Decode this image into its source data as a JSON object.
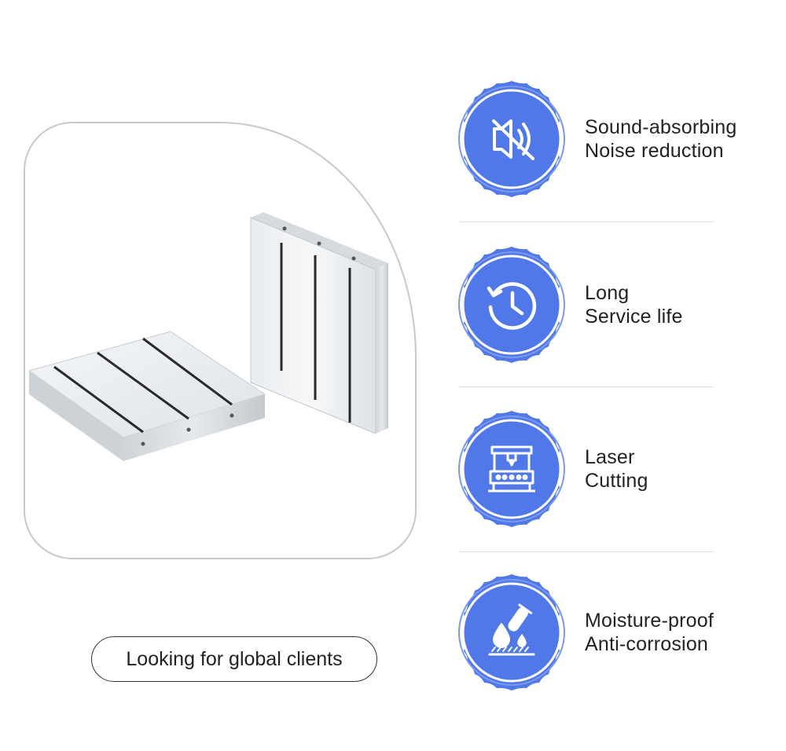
{
  "cta": {
    "label": "Looking for global clients"
  },
  "features": [
    {
      "icon": "mute-speaker-icon",
      "line1": "Sound-absorbing",
      "line2": "Noise reduction"
    },
    {
      "icon": "clock-history-icon",
      "line1": "Long",
      "line2": "Service life"
    },
    {
      "icon": "laser-cutter-icon",
      "line1": "Laser",
      "line2": "Cutting"
    },
    {
      "icon": "moisture-drop-icon",
      "line1": "Moisture-proof",
      "line2": "Anti-corrosion"
    }
  ],
  "colors": {
    "badge_fill": "#5078e8",
    "badge_light": "#7a98ee",
    "frame_border": "#c8c8c8",
    "divider": "#e0e0e0",
    "text": "#222222"
  }
}
